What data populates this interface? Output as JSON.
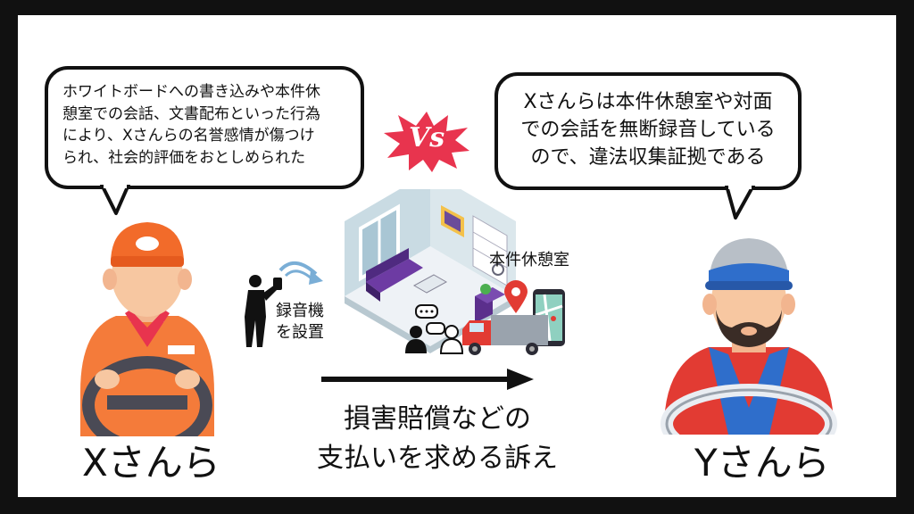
{
  "left_bubble": {
    "lines": [
      "ホワイトボードへの書き込みや本件休",
      "憩室での会話、文書配布といった行為",
      "により、Xさんらの名誉感情が傷つけ",
      "られ、社会的評価をおとしめられた"
    ]
  },
  "right_bubble": {
    "lines": [
      "Xさんらは本件休憩室や対面",
      "での会話を無断録音している",
      "ので、違法収集証拠である"
    ]
  },
  "vs_label": "Vs",
  "recorder_label": [
    "録音機",
    "を設置"
  ],
  "room_label": "本件休憩室",
  "lawsuit_label": [
    "損害賠償などの",
    "支払いを求める訴え"
  ],
  "plaintiff_name": "Xさんら",
  "defendant_name": "Yさんら",
  "colors": {
    "frame": "#111111",
    "orange_uniform": "#f47b3a",
    "orange_cap": "#f26b2a",
    "vs_burst": "#e8344e",
    "blue_uniform": "#2f6ecb",
    "red_uniform": "#e23b33",
    "skin": "#f7c7a1",
    "room_wall": "#c9dbe3",
    "sofa": "#5b2f8c"
  },
  "icons": [
    "driver-orange-icon",
    "driver-blue-icon",
    "person-phone-icon",
    "arrow-curved-icon",
    "vs-burst-icon",
    "breakroom-illustration",
    "truck-icon",
    "map-pin-icon",
    "arrow-right-icon"
  ]
}
